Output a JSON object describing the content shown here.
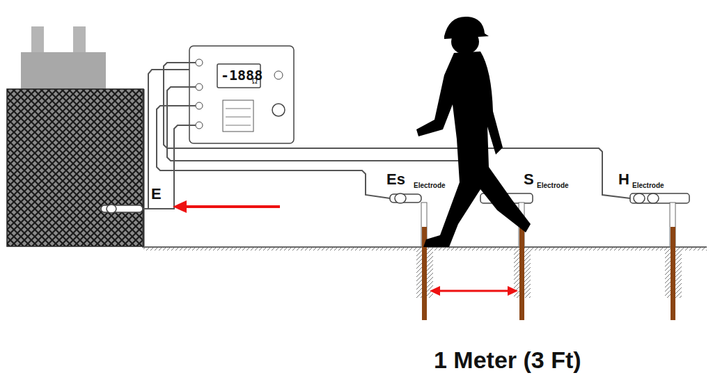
{
  "diagram": {
    "labels": [
      "-1888",
      "Ω",
      "E",
      "Es",
      "Electrode",
      "S",
      "Electrode",
      "H",
      "Electrode",
      "1 Meter (3 Ft)"
    ]
  }
}
